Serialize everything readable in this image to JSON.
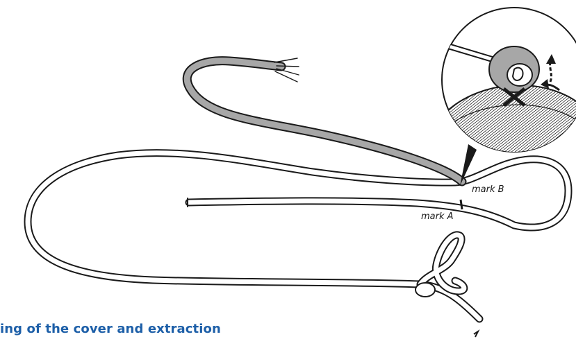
{
  "labels": {
    "mark_b": "mark B",
    "mark_a": "mark A"
  },
  "heading": "ing of the cover and extraction",
  "colors": {
    "heading": "#1d5fa8",
    "line": "#1a1a1a",
    "gray_fill": "#a7a7a7",
    "background": "#ffffff"
  }
}
